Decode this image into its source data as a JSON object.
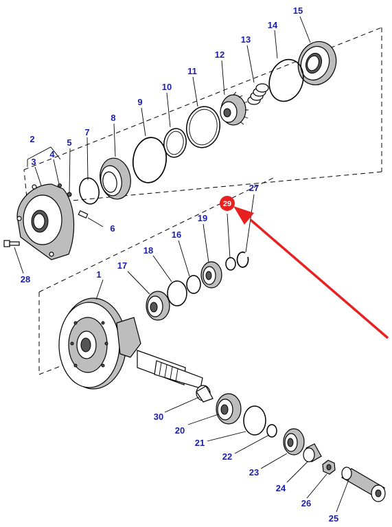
{
  "labels": {
    "p1": "1",
    "p2": "2",
    "p3": "3",
    "p4": "4",
    "p5": "5",
    "p6": "6",
    "p7": "7",
    "p8": "8",
    "p9": "9",
    "p10": "10",
    "p11": "11",
    "p12": "12",
    "p13": "13",
    "p14": "14",
    "p15": "15",
    "p16": "16",
    "p17": "17",
    "p18": "18",
    "p19": "19",
    "p20": "20",
    "p21": "21",
    "p22": "22",
    "p23": "23",
    "p24": "24",
    "p25": "25",
    "p26": "26",
    "p27": "27",
    "p28": "28",
    "p29": "29",
    "p30": "30"
  },
  "highlight": {
    "part": "29",
    "color": "#e8201f"
  },
  "colors": {
    "label": "#1a1fa8",
    "arrow": "#e8201f",
    "line": "#000000"
  }
}
